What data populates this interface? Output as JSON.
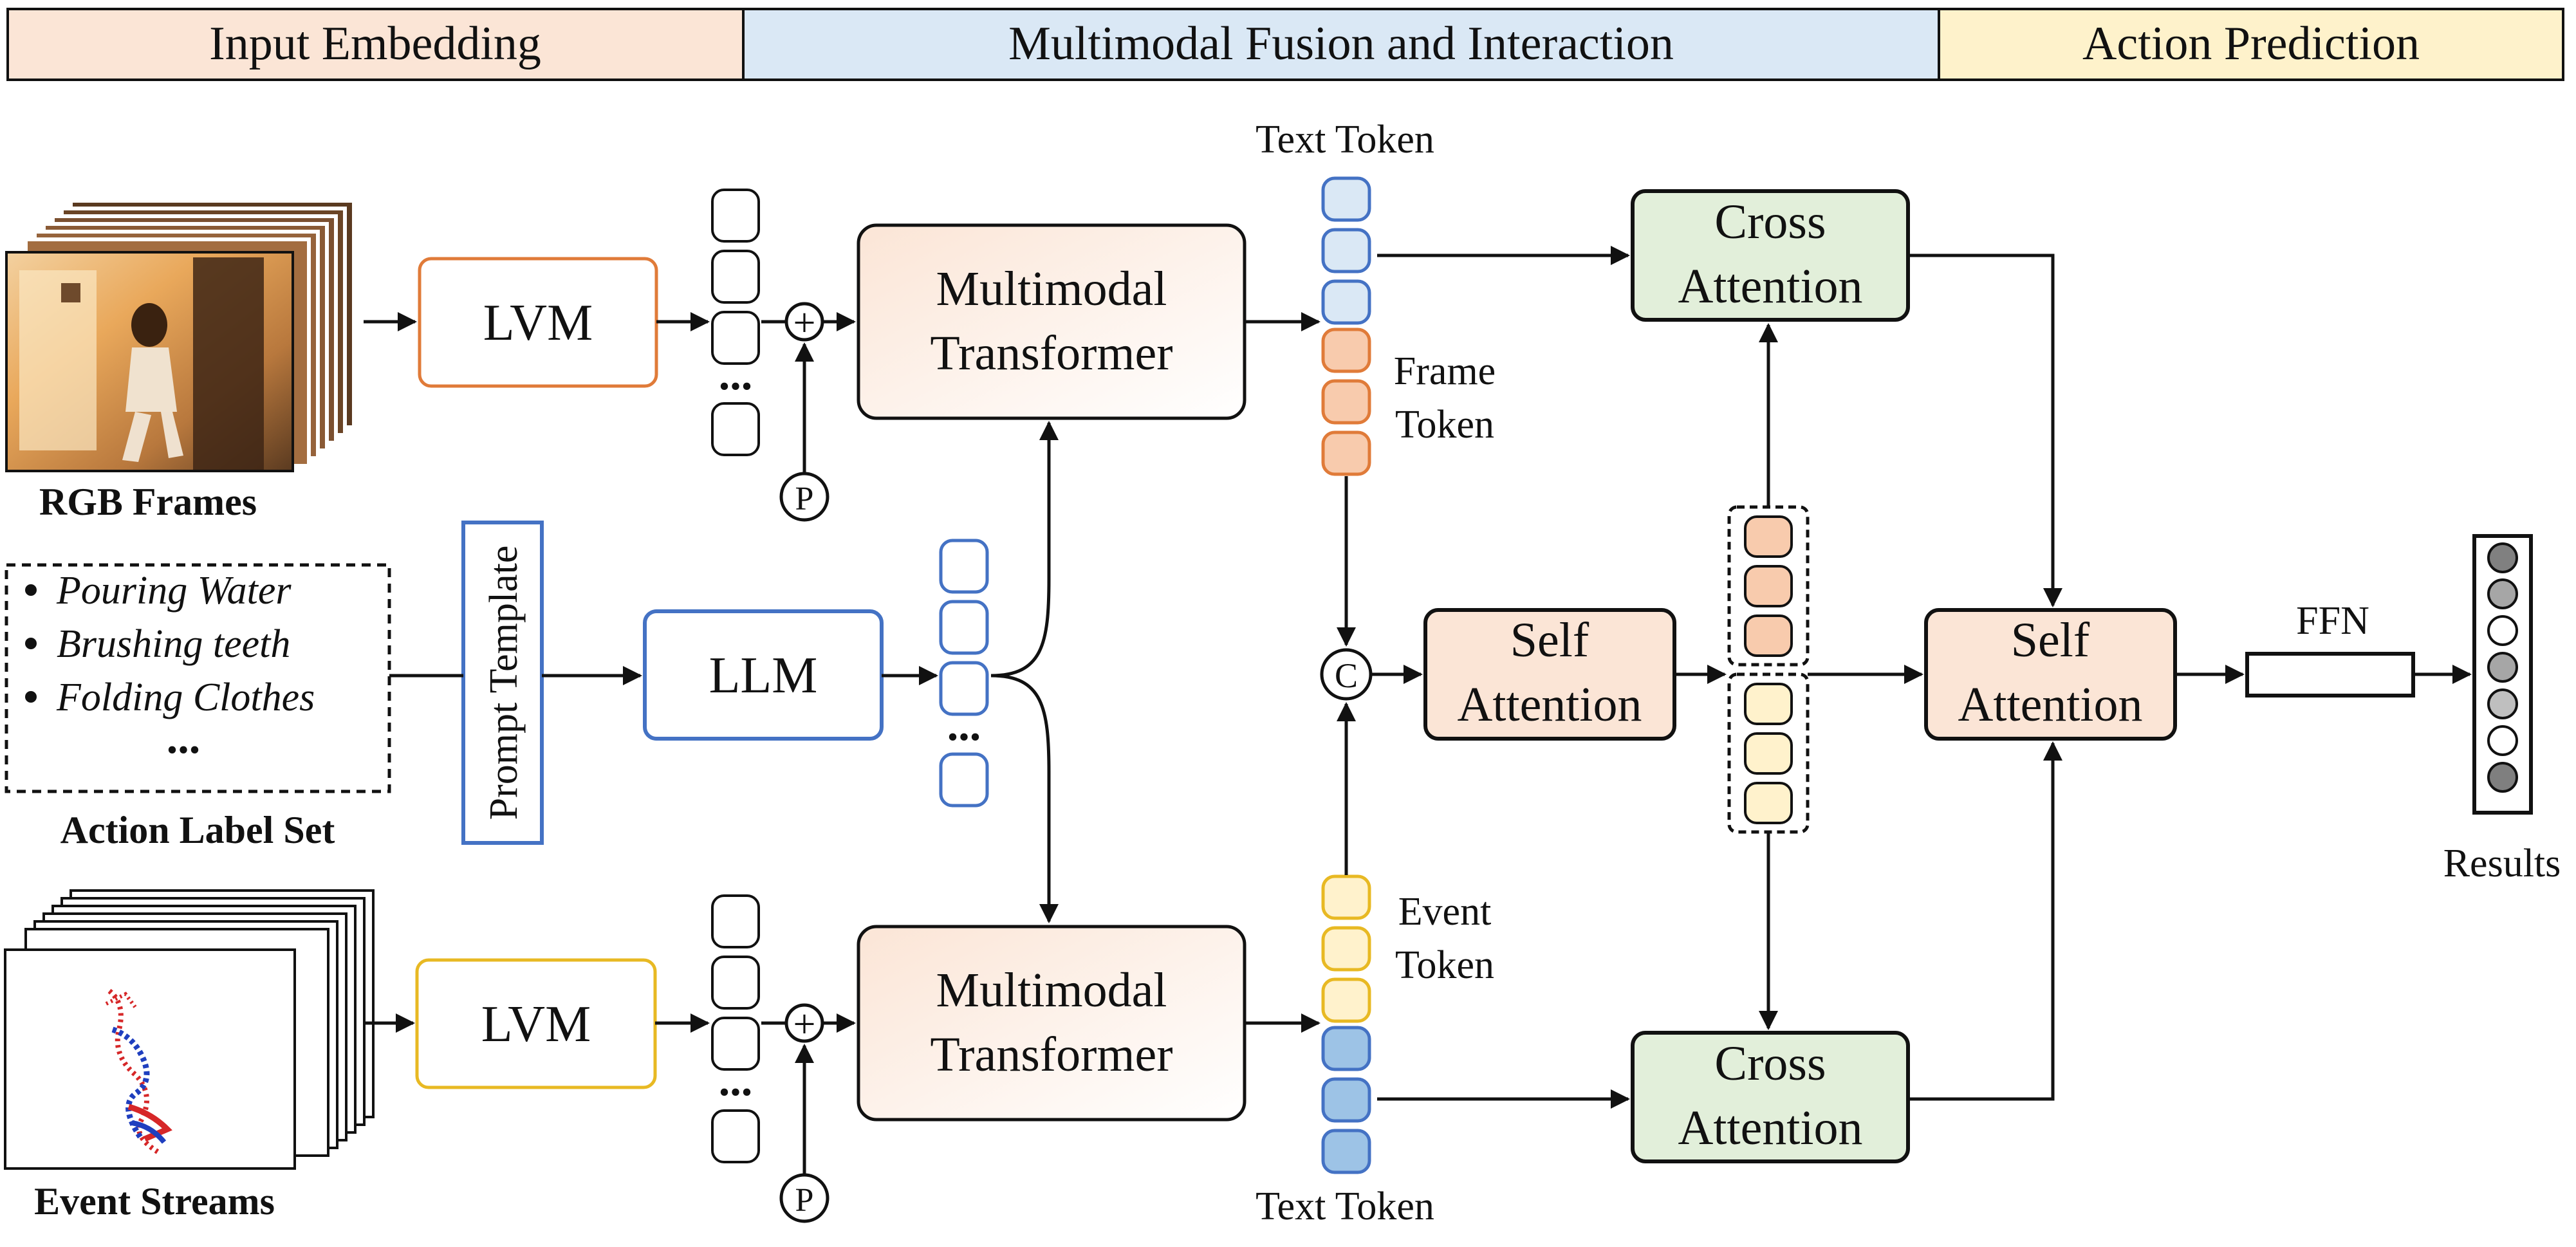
{
  "header": {
    "sections": [
      "Input Embedding",
      "Multimodal Fusion and Interaction",
      "Action Prediction"
    ],
    "colors": [
      "#fbe5d6",
      "#dae8f5",
      "#fef2cb"
    ]
  },
  "inputs": {
    "rgb_caption": "RGB Frames",
    "event_caption": "Event Streams",
    "label_set_caption": "Action Label Set",
    "label_items": [
      "Pouring Water",
      "Brushing teeth",
      "Folding Clothes"
    ],
    "label_more": "...",
    "prompt_template": "Prompt Template"
  },
  "encoders": {
    "lvm_top": "LVM",
    "lvm_bottom": "LVM",
    "llm": "LLM"
  },
  "fusion": {
    "transformer_top": [
      "Multimodal",
      "Transformer"
    ],
    "transformer_bottom": [
      "Multimodal",
      "Transformer"
    ],
    "add_symbol": "+",
    "pos_symbol": "P",
    "concat_symbol": "C",
    "ellipsis": "..."
  },
  "tokens": {
    "text_top": "Text Token",
    "frame": [
      "Frame",
      "Token"
    ],
    "event": [
      "Event",
      "Token"
    ],
    "text_bottom": "Text Token"
  },
  "attention": {
    "cross_top": [
      "Cross",
      "Attention"
    ],
    "self_mid": [
      "Self",
      "Attention"
    ],
    "self_final": [
      "Self",
      "Attention"
    ],
    "cross_bottom": [
      "Cross",
      "Attention"
    ]
  },
  "prediction": {
    "ffn": "FFN",
    "results": "Results"
  },
  "palette": {
    "orange_border": "#e07b39",
    "yellow_border": "#e8b923",
    "blue_border": "#4472c4",
    "green_fill": "#e2efda",
    "peach_fill": "#fbe5d6",
    "token_blue": "#dae8f5",
    "token_blue_dark": "#9dc3e6",
    "token_orange": "#f8cbad",
    "token_yellow": "#fff2cc"
  }
}
